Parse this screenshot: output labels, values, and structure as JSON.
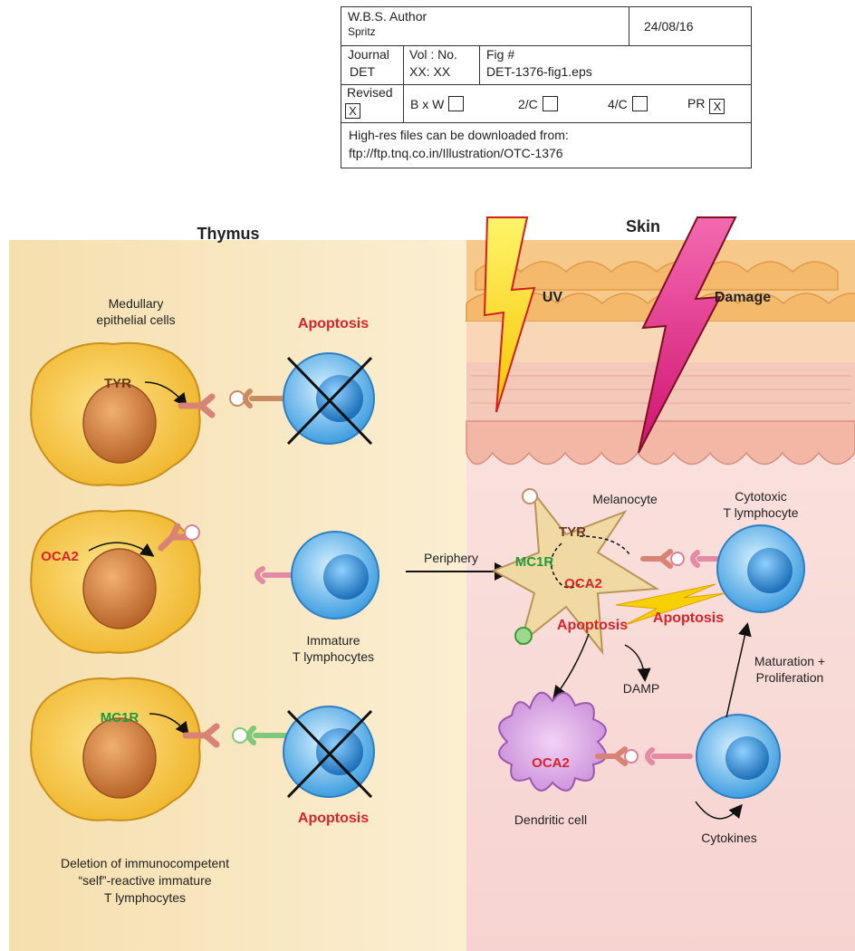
{
  "proof_form": {
    "author_label": "W.B.S. Author",
    "author_name": "Spritz",
    "date": "24/08/16",
    "journal_label": "Journal",
    "journal_value": "DET",
    "vol_label": "Vol : No.",
    "vol_value": "XX: XX",
    "fig_label": "Fig #",
    "fig_value": "DET-1376-fig1.eps",
    "revised_label": "Revised",
    "revised_mark": "X",
    "bxw_label": "B x W",
    "bxw_mark": "",
    "c2_label": "2/C",
    "c2_mark": "",
    "c4_label": "4/C",
    "c4_mark": "",
    "pr_label": "PR",
    "pr_mark": "X",
    "download_line1": "High-res files can be downloaded from:",
    "download_line2": "ftp://ftp.tnq.co.in/Illustration/OTC-1376"
  },
  "thymus": {
    "title": "Thymus",
    "medullary_line1": "Medullary",
    "medullary_line2": "epithelial cells",
    "apoptosis_top": "Apoptosis",
    "tyr": "TYR",
    "oca2": "OCA2",
    "mc1r": "MC1R",
    "immature_line1": "Immature",
    "immature_line2": "T lymphocytes",
    "apoptosis_bottom": "Apoptosis",
    "deletion_line1": "Deletion of immunocompetent",
    "deletion_line2": "“self”-reactive immature",
    "deletion_line3": "T lymphocytes"
  },
  "periphery": "Periphery",
  "skin": {
    "title": "Skin",
    "uv": "UV",
    "damage": "Damage",
    "melanocyte": "Melanocyte",
    "tyr": "TYR",
    "mc1r": "MC1R",
    "oca2": "OCA2",
    "apoptosis_mel": "Apoptosis",
    "apoptosis_ctl": "Apoptosis",
    "cytotoxic_line1": "Cytotoxic",
    "cytotoxic_line2": "T lymphocyte",
    "maturation_line1": "Maturation +",
    "maturation_line2": "Proliferation",
    "damp": "DAMP",
    "oca2_dc": "OCA2",
    "dendritic": "Dendritic cell",
    "cytokines": "Cytokines"
  },
  "colors": {
    "thymus_bg": "#f8e7c0",
    "skin_bg": "#f8dcd9",
    "epithelial": "#f4c644",
    "nucleus": "#d78a3e",
    "tcell": "#5fb6ea",
    "red_label": "#d8232a",
    "green_label": "#1f9a3c",
    "tyr_label": "#6b3a1f",
    "melanocyte": "#f1d9a3",
    "dendritic": "#d7a3e3"
  }
}
